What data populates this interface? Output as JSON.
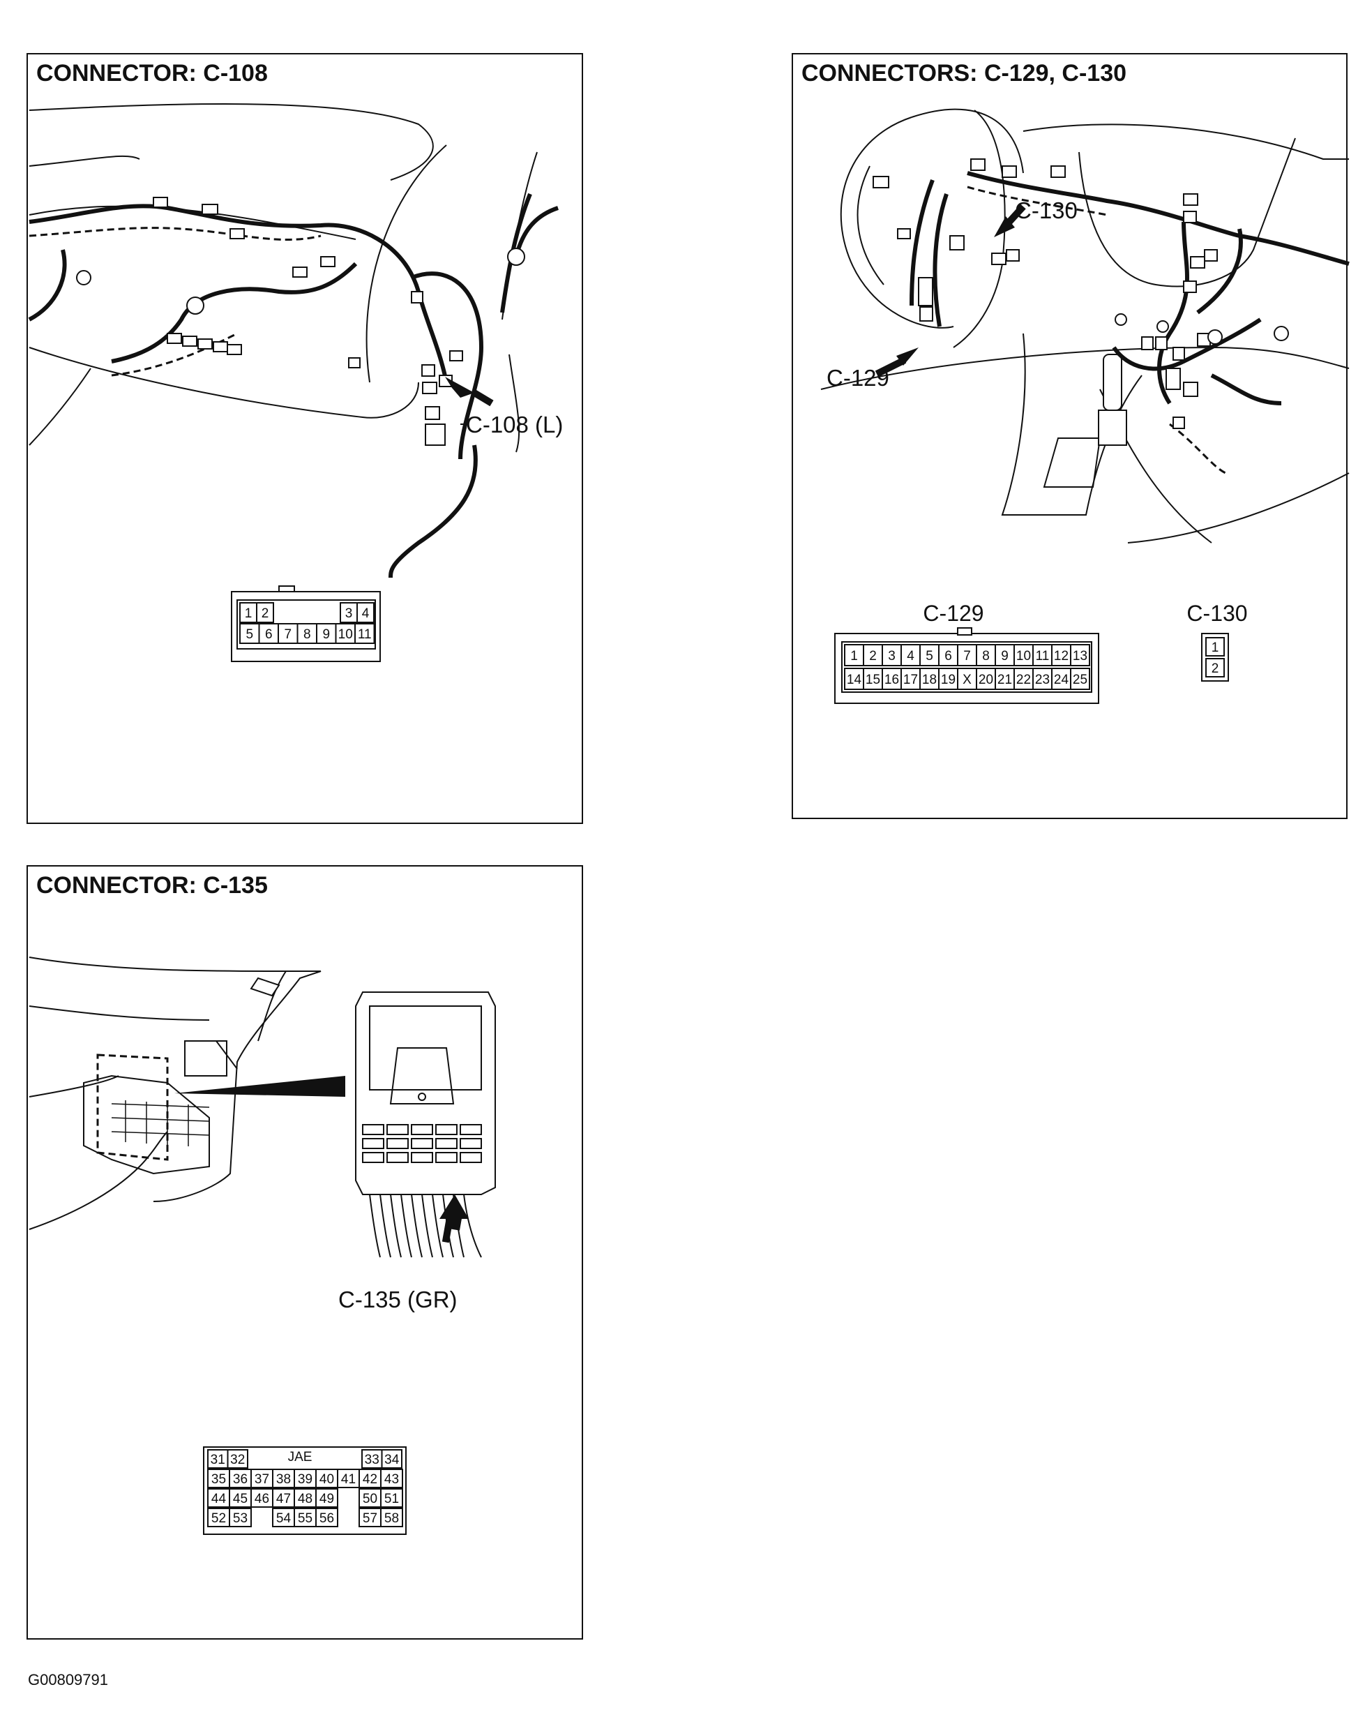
{
  "panels": [
    {
      "title": "CONNECTOR: C-108",
      "callouts": [
        "C-108 (L)"
      ],
      "connector": {
        "rows": [
          [
            "1",
            "2",
            "",
            "",
            "",
            "",
            "3",
            "4"
          ],
          [
            "5",
            "6",
            "7",
            "8",
            "9",
            "10",
            "11"
          ]
        ]
      }
    },
    {
      "title": "CONNECTORS: C-129, C-130",
      "callouts": [
        "C-130",
        "C-129"
      ],
      "connectors": [
        {
          "label": "C-129",
          "rows": [
            [
              "1",
              "2",
              "3",
              "4",
              "5",
              "6",
              "7",
              "8",
              "9",
              "10",
              "11",
              "12",
              "13"
            ],
            [
              "14",
              "15",
              "16",
              "17",
              "18",
              "19",
              "X",
              "20",
              "21",
              "22",
              "23",
              "24",
              "25"
            ]
          ]
        },
        {
          "label": "C-130",
          "rows": [
            [
              "1"
            ],
            [
              "2"
            ]
          ]
        }
      ]
    },
    {
      "title": "CONNECTOR: C-135",
      "callouts": [
        "C-135 (GR)"
      ],
      "connector": {
        "brand": "JAE",
        "rows": [
          [
            "31",
            "32",
            "",
            "",
            "",
            "",
            "",
            "",
            "33",
            "34"
          ],
          [
            "35",
            "36",
            "37",
            "38",
            "39",
            "40",
            "41",
            "42",
            "43"
          ],
          [
            "44",
            "45",
            "46",
            "47",
            "48",
            "49",
            "",
            "50",
            "51"
          ],
          [
            "52",
            "53",
            "",
            "54",
            "55",
            "56",
            "",
            "57",
            "58"
          ]
        ]
      }
    }
  ],
  "figure_id": "G00809791"
}
